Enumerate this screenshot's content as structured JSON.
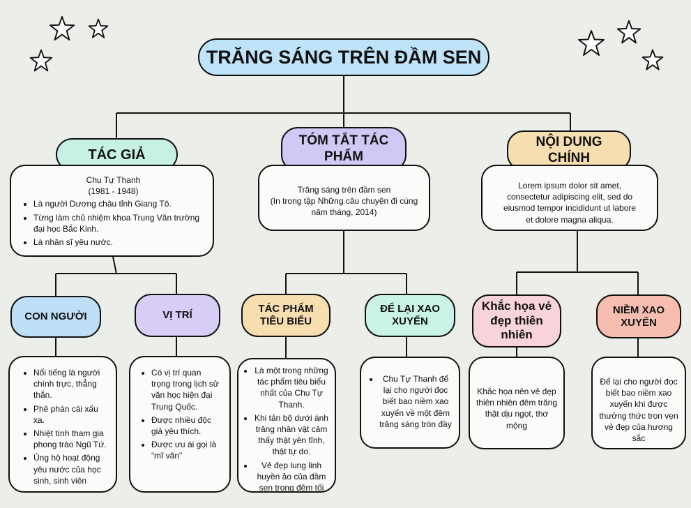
{
  "title": "TRĂNG SÁNG TRÊN ĐẦM SEN",
  "colors": {
    "title_bg": "#bfe3f8",
    "tac_gia_bg": "#c7f1e5",
    "tom_tat_bg": "#d2c8f5",
    "noi_dung_bg": "#f6deb0",
    "con_nguoi_bg": "#bde0f8",
    "vi_tri_bg": "#d8cdf6",
    "tac_pham_bg": "#f6deb0",
    "de_lai_bg": "#c8f3e6",
    "khac_hoa_bg": "#f8d3dc",
    "niem_xao_bg": "#f6bdb0",
    "box_bg": "#fbfbf9"
  },
  "tac_gia": {
    "label": "TÁC GIẢ",
    "name": "Chu Tự Thanh",
    "years": "(1981 - 1948)",
    "items": [
      "Là người Dương châu tỉnh Giang Tô.",
      "Từng làm chủ nhiệm khoa Trung Văn trường đại học Bắc Kinh.",
      "Là nhân sĩ yêu nước."
    ]
  },
  "tom_tat": {
    "label": "TÓM TẮT TÁC PHẨM",
    "line1": "Trăng sáng trên đầm sen",
    "line2": "(In trong tập Những câu chuyện đi cùng năm tháng, 2014)"
  },
  "noi_dung": {
    "label": "NỘI DUNG CHÍNH",
    "text": "Lorem ipsum dolor sit amet, consectetur adipiscing elit, sed do eiusmod tempor incididunt ut labore et dolore magna aliqua."
  },
  "con_nguoi": {
    "label": "CON NGƯỜI",
    "items": [
      "Nổi tiếng là người chính trực, thẳng thắn.",
      "Phê phán cái xấu xa.",
      "Nhiệt tình tham gia phong trào Ngũ Tứ.",
      "Ủng hộ hoạt động yêu nước của học sinh, sinh viên"
    ]
  },
  "vi_tri": {
    "label": "VỊ TRÍ",
    "items": [
      "Có vị trí quan trọng trong lịch sử văn học hiện đại Trung Quốc.",
      "Được nhiều độc giả yêu thích.",
      "Được ưu ái gọi là “mĩ văn”"
    ]
  },
  "tac_pham": {
    "label": "TÁC PHẨM TIÊU BIỂU",
    "items": [
      "Là một trong những tác phẩm tiêu biểu nhất của Chu Tự Thanh.",
      "Khi tản bộ dưới ánh trăng nhân vật cảm thấy thật yên tĩnh, thật tự do.",
      "Vẻ đẹp lung linh huyền ảo của đầm sen trong đêm tối"
    ]
  },
  "de_lai": {
    "label": "ĐỂ LẠI XAO XUYẾN",
    "items": [
      "Chu Tự Thanh để lại cho người đọc biết bao niềm xao xuyến về một đêm trăng sáng tròn đầy"
    ]
  },
  "khac_hoa": {
    "label": "Khắc họa vẻ đẹp thiên nhiên",
    "text": "Khắc họa nên vẻ đẹp thiên nhiên đêm trăng thật dịu ngọt, thơ mộng"
  },
  "niem_xao": {
    "label": "NIỀM XAO XUYẾN",
    "text": "Để lại cho người đọc biết bao niềm xao xuyến khi được thưởng thức trọn vẹn vẻ đẹp của hương sắc"
  }
}
